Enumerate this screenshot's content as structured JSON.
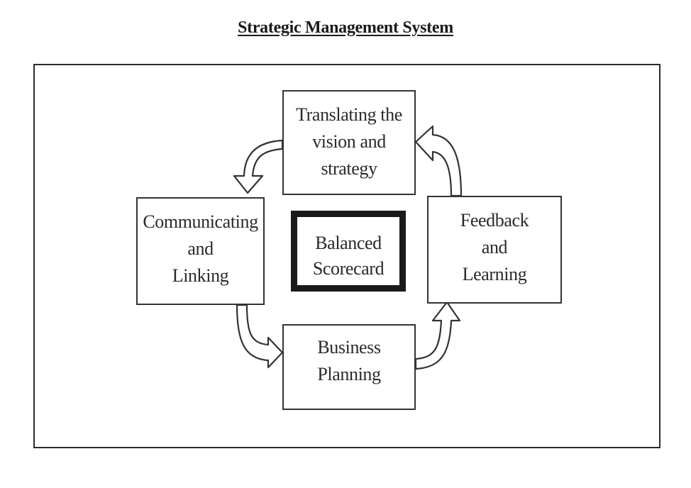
{
  "title": "Strategic Management System",
  "center": {
    "label": "Balanced\nScorecard"
  },
  "nodes": {
    "top": {
      "label": "Translating the\nvision and\nstrategy"
    },
    "left": {
      "label": "Communicating\nand\nLinking"
    },
    "right": {
      "label": "Feedback\nand\nLearning"
    },
    "bottom": {
      "label": "Business\nPlanning"
    }
  },
  "flow": [
    {
      "from": "Translating the vision and strategy",
      "to": "Communicating and Linking"
    },
    {
      "from": "Communicating and Linking",
      "to": "Business Planning"
    },
    {
      "from": "Business Planning",
      "to": "Feedback and Learning"
    },
    {
      "from": "Feedback and Learning",
      "to": "Translating the vision and strategy"
    }
  ]
}
